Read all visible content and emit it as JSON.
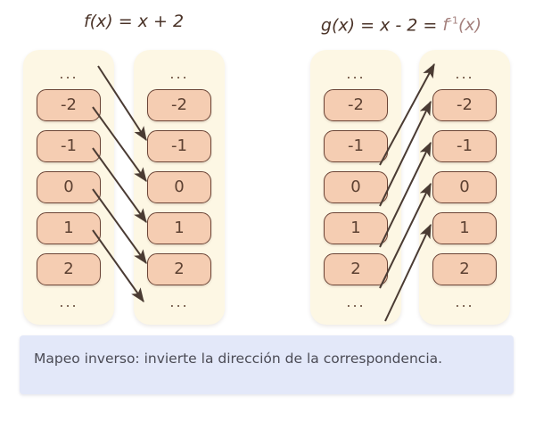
{
  "figure": {
    "left_title": {
      "func_name": "f",
      "arg": "(x)",
      "equals": " = ",
      "expr": "x + 2"
    },
    "right_title": {
      "func_name": "g",
      "arg": "(x)",
      "equals": " = ",
      "expr": "x - 2",
      "equals2": " = ",
      "inverse_name": "f",
      "inverse_sup": "-1",
      "inverse_arg": "(x)"
    },
    "ellipsis": "...",
    "caption": "Mapeo inverso: invierte la dirección de la correspondencia.",
    "colors": {
      "panel_fill": "#fdf7e4",
      "node_fill": "#f5cdb2",
      "node_border": "#6b4436",
      "node_text": "#5d4132",
      "title_text": "#4a3328",
      "inverse_text": "#a4807d",
      "arrow": "#4a3b33",
      "caption_fill": "#e3e8f9",
      "caption_text": "#4b4b55",
      "background": "#ffffff"
    }
  },
  "chart_data": {
    "type": "diagram",
    "title": "Mapeo inverso",
    "mappings": [
      {
        "name": "f",
        "rule": "f(x) = x + 2",
        "direction": "left-to-right",
        "domain": [
          "...",
          "-2",
          "-1",
          "0",
          "1",
          "2",
          "..."
        ],
        "range": [
          "...",
          "-2",
          "-1",
          "0",
          "1",
          "2",
          "..."
        ],
        "pairs": [
          {
            "from": "...",
            "to": "-1"
          },
          {
            "from": "-2",
            "to": "0"
          },
          {
            "from": "-1",
            "to": "1"
          },
          {
            "from": "0",
            "to": "2"
          },
          {
            "from": "1",
            "to": "..."
          }
        ]
      },
      {
        "name": "g",
        "rule": "g(x) = x - 2 = f^-1(x)",
        "direction": "left-to-right-upward",
        "domain": [
          "...",
          "-2",
          "-1",
          "0",
          "1",
          "2",
          "..."
        ],
        "range": [
          "...",
          "-2",
          "-1",
          "0",
          "1",
          "2",
          "..."
        ],
        "pairs": [
          {
            "from": "-1",
            "to": "..."
          },
          {
            "from": "0",
            "to": "-2"
          },
          {
            "from": "1",
            "to": "-1"
          },
          {
            "from": "2",
            "to": "0"
          },
          {
            "from": "...",
            "to": "1"
          }
        ]
      }
    ]
  },
  "panels": {
    "f_domain": {
      "items": [
        "-2",
        "-1",
        "0",
        "1",
        "2"
      ],
      "top_dots": "...",
      "bottom_dots": "..."
    },
    "f_range": {
      "items": [
        "-2",
        "-1",
        "0",
        "1",
        "2"
      ],
      "top_dots": "...",
      "bottom_dots": "..."
    },
    "g_domain": {
      "items": [
        "-2",
        "-1",
        "0",
        "1",
        "2"
      ],
      "top_dots": "...",
      "bottom_dots": "..."
    },
    "g_range": {
      "items": [
        "-2",
        "-1",
        "0",
        "1",
        "2"
      ],
      "top_dots": "...",
      "bottom_dots": "..."
    }
  }
}
